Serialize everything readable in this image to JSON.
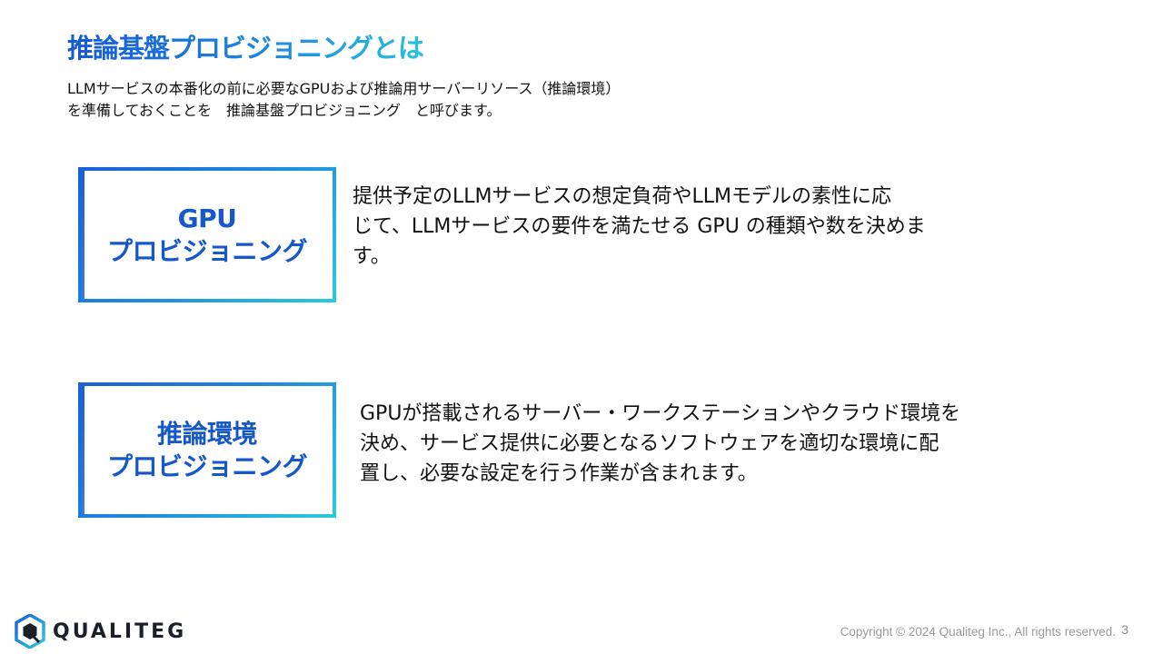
{
  "title": "推論基盤プロビジョニングとは",
  "intro": {
    "line1": "LLMサービスの本番化の前に必要なGPUおよび推論用サーバーリソース（推論環境）",
    "line2": "を準備しておくことを　推論基盤プロビジョニング　と呼びます。"
  },
  "cards": [
    {
      "label_line1": "GPU",
      "label_line2": "プロビジョニング",
      "desc_lines": [
        "提供予定のLLMサービスの想定負荷やLLMモデルの素性に応",
        "じて、LLMサービスの要件を満たせる GPU の種類や数を決めま",
        "す。"
      ]
    },
    {
      "label_line1": "推論環境",
      "label_line2": "プロビジョニング",
      "desc_lines": [
        "GPUが搭載されるサーバー・ワークステーションやクラウド環境を",
        "決め、サービス提供に必要となるソフトウェアを適切な環境に配",
        "置し、必要な設定を行う作業が含まれます。"
      ]
    }
  ],
  "footer": {
    "logo_text": "QUALITEG",
    "copyright": "Copyright © 2024 Qualiteg Inc., All rights reserved.",
    "page_number": "3"
  },
  "colors": {
    "accent_blue": "#1559c9",
    "accent_cyan": "#2ccbdb"
  }
}
